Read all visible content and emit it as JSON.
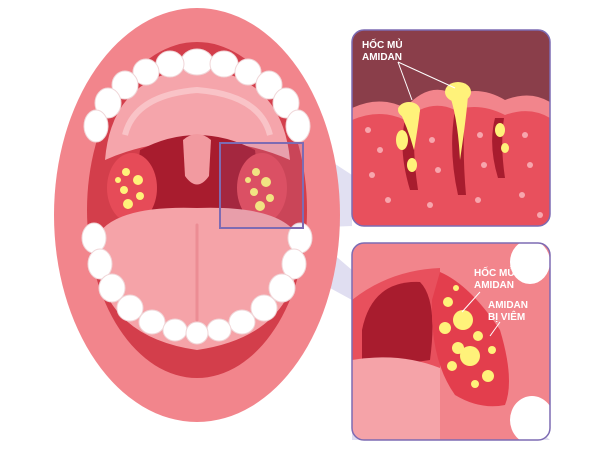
{
  "labels": {
    "top_panel_line1": "HỐC MỦ",
    "top_panel_line2": "AMIDAN",
    "bottom_pus_line1": "HỐC MỦ",
    "bottom_pus_line2": "AMIDAN",
    "bottom_inflamed_line1": "AMIDAN",
    "bottom_inflamed_line2": "BỊ VIÊM"
  },
  "colors": {
    "lips": "#f2858c",
    "mouth_interior": "#d33e4b",
    "teeth": "#ffffff",
    "tongue": "#f5a3a8",
    "throat_dark": "#a81c2e",
    "pus": "#fff27a",
    "highlight_box": "#7d6bb3",
    "zoom_beam": "#d5d3ec"
  },
  "icons": {
    "mouth": "open-mouth-illustration",
    "top_zoom": "tonsil-crypt-cross-section",
    "bottom_zoom": "inflamed-tonsil-closeup"
  }
}
